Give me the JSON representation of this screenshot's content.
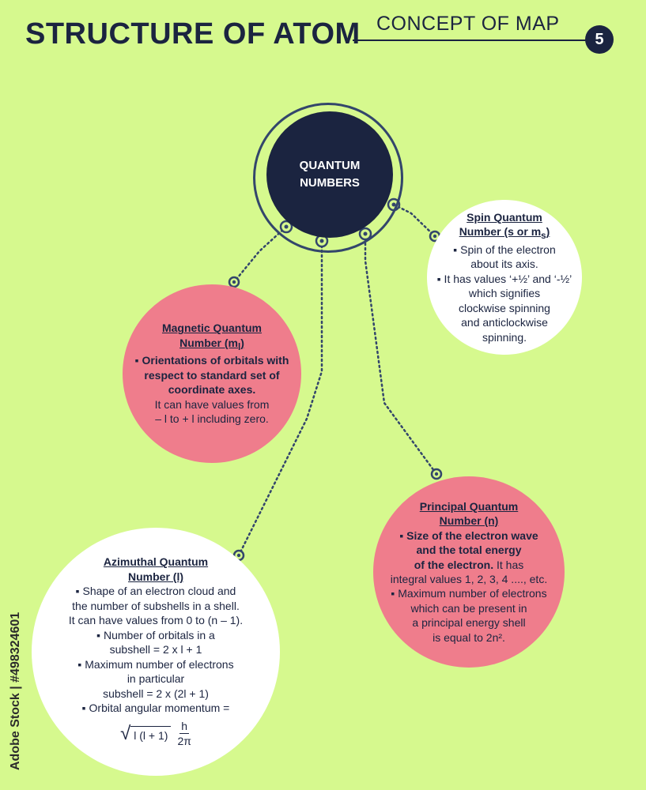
{
  "header": {
    "title": "STRUCTURE OF ATOM",
    "subtitle": "CONCEPT OF MAP",
    "page_number": "5"
  },
  "hub": {
    "line1": "QUANTUM",
    "line2": "NUMBERS"
  },
  "spin": {
    "title1": "Spin Quantum",
    "title2": "Number (s or m",
    "title2_sub": "s",
    "title2_end": ")",
    "lines": [
      "▪ Spin of the electron",
      "about its axis.",
      "▪ It has values ‘+½’ and ‘-½’",
      "which signifies",
      "clockwise spinning",
      "and anticlockwise",
      "spinning."
    ]
  },
  "magnetic": {
    "title1": "Magnetic Quantum",
    "title2": "Number (m",
    "title2_sub": "l",
    "title2_end": ")",
    "bold_lines": [
      "▪ Orientations of orbitals with",
      "respect to standard set of",
      "coordinate axes."
    ],
    "lines": [
      "It can have values from",
      "– l to + l  including zero."
    ]
  },
  "principal": {
    "title1": "Principal Quantum",
    "title2": "Number (n)",
    "bold_lines": [
      "▪ Size of the electron wave",
      "and the total energy",
      "of the electron."
    ],
    "bold_tail": "It has",
    "lines": [
      "integral values 1, 2, 3, 4 ...., etc.",
      "▪ Maximum number of electrons",
      "which can be present in",
      "a principal energy shell",
      "is equal to 2n²."
    ]
  },
  "azimuthal": {
    "title1": "Azimuthal Quantum",
    "title2": "Number (l)",
    "lines": [
      "▪ Shape of an electron cloud and",
      "the number of subshells in a shell.",
      "It can have values from 0 to (n – 1).",
      "▪ Number of orbitals in a",
      "subshell = 2 x l + 1",
      "▪ Maximum number of electrons",
      "in particular",
      "subshell = 2 x (2l + 1)",
      "▪ Orbital angular momentum ="
    ],
    "formula": {
      "sqrt_content": "l (l + 1)",
      "numerator": "h",
      "denominator": "2π"
    }
  },
  "watermark": "Adobe Stock | #498324601",
  "colors": {
    "background": "#d6f98e",
    "navy": "#1b2440",
    "pink": "#ef7d8c",
    "white": "#ffffff"
  }
}
